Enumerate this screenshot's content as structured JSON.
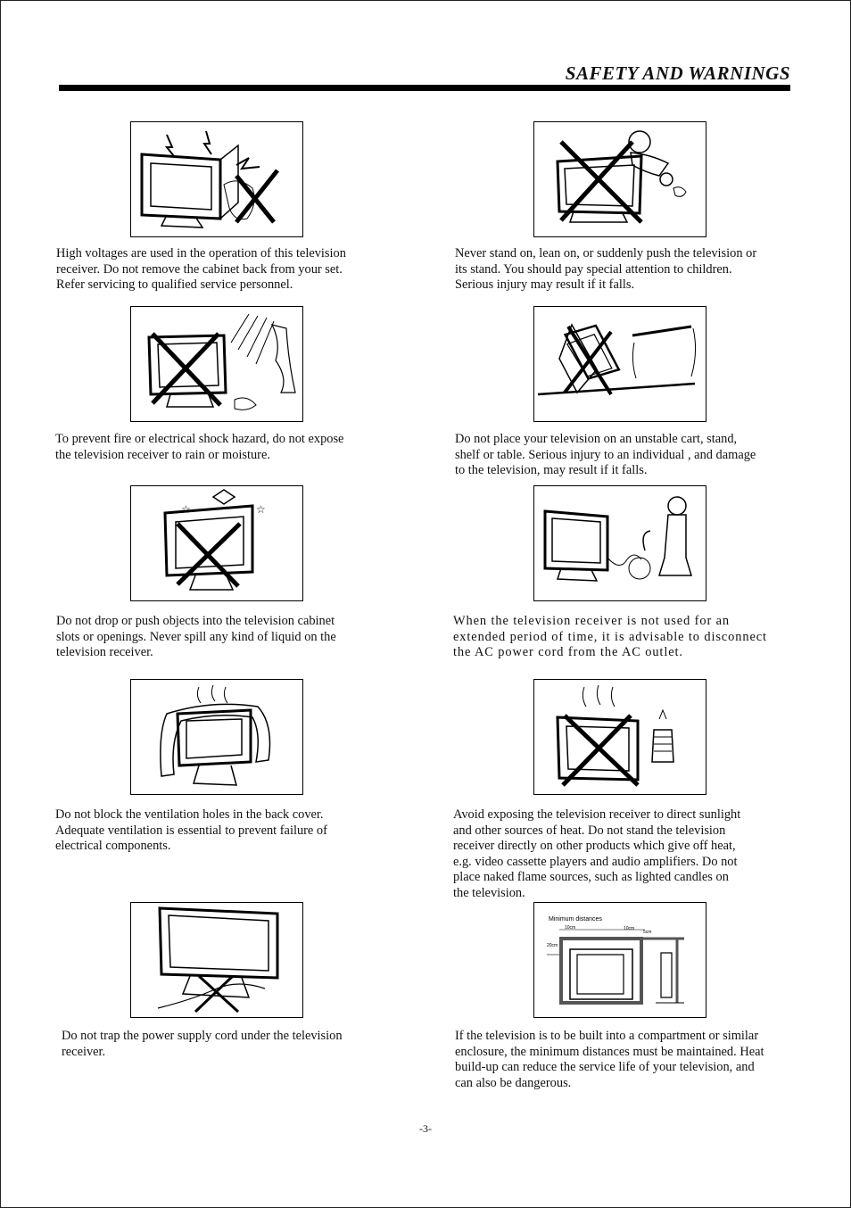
{
  "header": {
    "title": "SAFETY AND WARNINGS"
  },
  "items": [
    {
      "caption": "High voltages are used in the operation of this television\nreceiver. Do not remove the cabinet back from your set.\nRefer servicing to qualified service personnel."
    },
    {
      "caption": "Never stand on, lean on, or suddenly push the television or\nits stand. You should pay special attention to children.\nSerious  injury may result if it  falls."
    },
    {
      "caption": "To prevent fire or electrical shock hazard, do not expose\nthe television receiver to rain or moisture."
    },
    {
      "caption": "Do not place your television on an unstable cart, stand,\nshelf or table. Serious injury to an individual , and damage\nto the television, may result if it falls."
    },
    {
      "caption": "Do not drop or push objects into the television cabinet\nslots or openings. Never spill any kind of liquid on the\ntelevision receiver."
    },
    {
      "caption": "When the television receiver is not used for an\nextended period of time, it is advisable to disconnect\nthe AC power cord from the AC outlet."
    },
    {
      "caption": "Do not block the ventilation holes in the back cover.\nAdequate ventilation is essential to prevent failure of\nelectrical components."
    },
    {
      "caption": "Avoid exposing the television receiver to direct sunlight\nand  other sources of heat. Do not stand the television\nreceiver  directly on other products which give off heat,\ne.g. video cassette players and audio amplifiers. Do not\nplace naked  flame sources, such as lighted candles on\nthe television."
    },
    {
      "caption": "Do not trap the power supply cord under the television\nreceiver."
    },
    {
      "caption": "If the television is to be built into a compartment or similar\nenclosure, the minimum distances must be maintained. Heat\nbuild-up can reduce the service life of your television, and\ncan also be dangerous."
    }
  ],
  "min_distance_figure": {
    "title": "Minimum distances",
    "top_left": "10cm",
    "top_right": "10cm",
    "side": "5cm",
    "left": "20cm"
  },
  "footer": {
    "page_number": "-3-"
  }
}
